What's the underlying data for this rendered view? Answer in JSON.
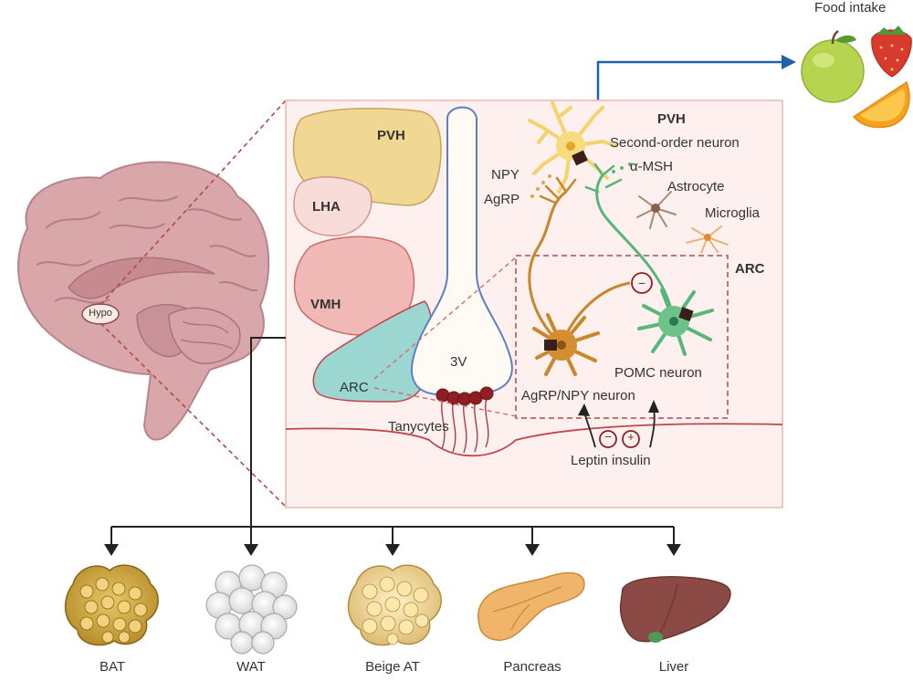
{
  "labels": {
    "food_intake": "Food intake",
    "hypo": "Hypo",
    "regions": {
      "pvh": "PVH",
      "lha": "LHA",
      "vmh": "VMH",
      "arc": "ARC"
    },
    "ventricle": "3V",
    "tanycytes": "Tanycytes",
    "pvh_heading": "PVH",
    "second_order_neuron": "Second-order neuron",
    "alpha_msh": "α-MSH",
    "npy": "NPY",
    "agrp": "AgRP",
    "astrocyte": "Astrocyte",
    "microglia": "Microglia",
    "arc_box": "ARC",
    "pomc_neuron": "POMC neuron",
    "agrp_npy_neuron": "AgRP/NPY neuron",
    "minus": "−",
    "plus": "+",
    "leptin_insulin": "Leptin insulin"
  },
  "targets": [
    "BAT",
    "WAT",
    "Beige AT",
    "Pancreas",
    "Liver"
  ],
  "colors": {
    "panel_fill": "#fdf0ee",
    "panel_border": "#e8b6ad",
    "pvh": "#f0d793",
    "lha": "#f7dcd7",
    "vmh": "#f1b9b6",
    "arc": "#9bd6d1",
    "ventricle_outline": "#5b7fc7",
    "dashed_red": "#b5484b",
    "agrp_neuron": "#c9862b",
    "pomc_neuron": "#57b77a",
    "pvh_neuron": "#f4d36e",
    "brain": "#cf9ea2",
    "arrow_blue": "#1f62a8"
  },
  "icons": [
    "brain-icon",
    "apple-icon",
    "strawberry-icon",
    "orange-icon",
    "fat-cluster-icon",
    "pancreas-icon",
    "liver-icon"
  ]
}
